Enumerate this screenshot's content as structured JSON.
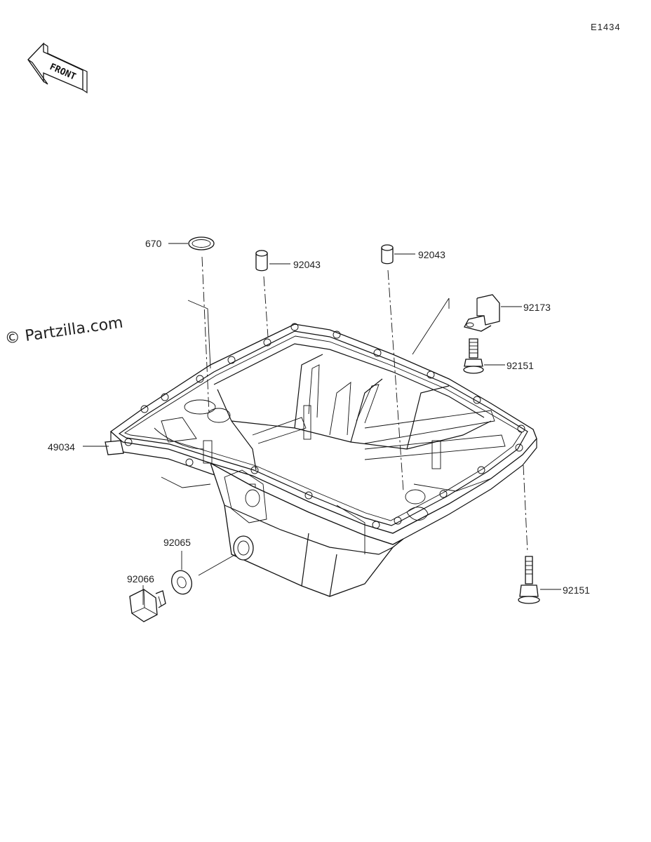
{
  "diagram": {
    "code": "E1434",
    "watermark": "© Partzilla.com",
    "front_label": "FRONT",
    "parts": [
      {
        "id": "p670",
        "label": "670"
      },
      {
        "id": "p92043a",
        "label": "92043"
      },
      {
        "id": "p92043b",
        "label": "92043"
      },
      {
        "id": "p92173",
        "label": "92173"
      },
      {
        "id": "p92151a",
        "label": "92151"
      },
      {
        "id": "p49034",
        "label": "49034"
      },
      {
        "id": "p92065",
        "label": "92065"
      },
      {
        "id": "p92066",
        "label": "92066"
      },
      {
        "id": "p92151b",
        "label": "92151"
      }
    ]
  }
}
